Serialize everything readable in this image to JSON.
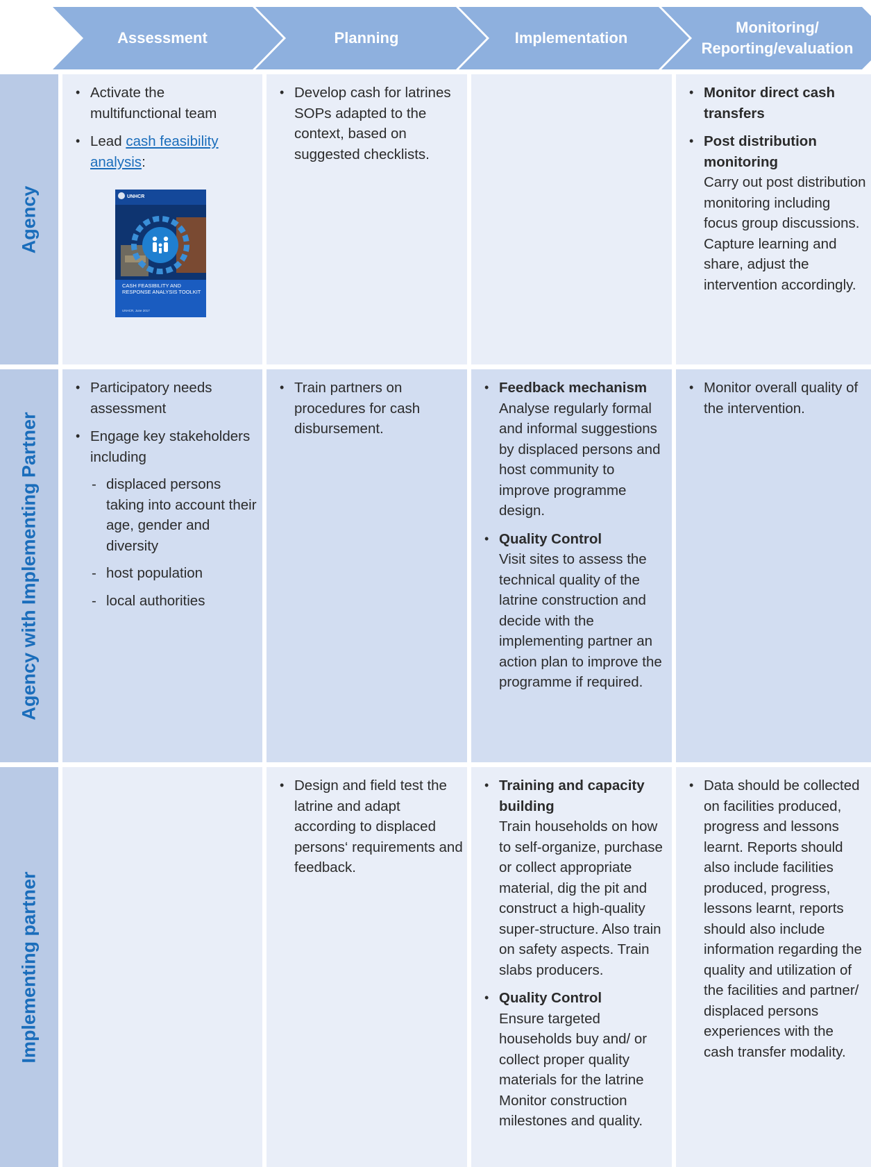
{
  "columns": [
    "Assessment",
    "Planning",
    "Implementation",
    "Monitoring/ Reporting/evaluation"
  ],
  "colors": {
    "header": "#8eb0de",
    "label_bg": "#b9cae6",
    "label_text": "#1a6dbb",
    "cell_light": "#e9eef8",
    "cell_mid": "#d2ddf1"
  },
  "rows": {
    "agency": {
      "label": "Agency",
      "assessment": {
        "b1": "Activate the multifunctional team",
        "b2_pre": "Lead ",
        "b2_link": "cash feasibility analysis",
        "b2_post": ":"
      },
      "planning": {
        "b1": "Develop cash for latrines SOPs adapted to the context, based on suggested checklists."
      },
      "monitoring": {
        "b1_title": "Monitor direct cash transfers",
        "b2_title": "Post distribution monitoring",
        "b2_text": "Carry out post distribution monitoring including focus group discussions. Capture learning and share, adjust the intervention accordingly."
      }
    },
    "agency_partner": {
      "label": "Agency with Implementing Partner",
      "assessment": {
        "b1": "Participatory needs assessment",
        "b2": "Engage key stakeholders including",
        "sub": [
          "displaced persons taking into account their age, gender and diversity",
          "host population",
          "local authorities"
        ]
      },
      "planning": {
        "b1": "Train partners on procedures for cash disbursement."
      },
      "implementation": {
        "b1_title": "Feedback mechanism",
        "b1_text": "Analyse regularly formal and informal suggestions by displaced persons and host community to improve programme design.",
        "b2_title": "Quality Control",
        "b2_text": "Visit sites to assess the technical quality of the latrine construction and decide with the implementing partner an action plan to improve the programme if required."
      },
      "monitoring": {
        "b1": "Monitor overall quality of the intervention."
      }
    },
    "partner": {
      "label": "Implementing partner",
      "planning": {
        "b1": "Design and field test the latrine and adapt according to displaced persons‘ requirements and feedback."
      },
      "implementation": {
        "b1_title": "Training and capacity building",
        "b1_text": "Train households on how to self-organize, purchase or collect appropriate material, dig the pit and construct a high-quality super-structure. Also train on safety aspects. Train slabs producers.",
        "b2_title": "Quality Control",
        "b2_text": "Ensure targeted households buy and/ or collect proper quality materials for the latrine Monitor construction milestones and quality."
      },
      "monitoring": {
        "b1": "Data should be collected on facilities produced, progress and lessons learnt. Reports should also include facilities produced, progress, lessons learnt, reports should also include information regarding the quality and utilization of the facilities and partner/ displaced persons experiences with the cash transfer modality."
      }
    }
  },
  "toolkit_cover": {
    "brand": "UNHCR",
    "title": "CASH FEASIBILITY AND RESPONSE ANALYSIS TOOLKIT",
    "date": "UNHCR, June 2017",
    "icon": "family-gear-icon"
  }
}
